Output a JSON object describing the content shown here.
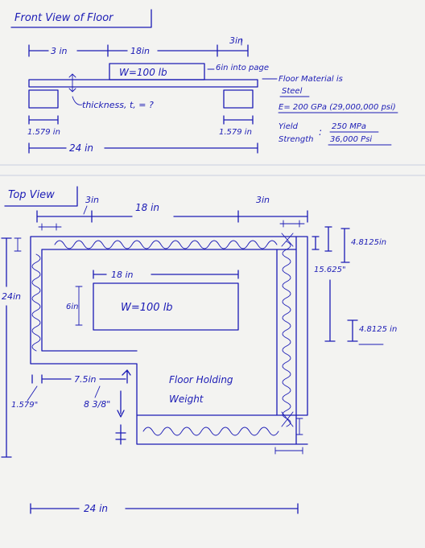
{
  "front_view": {
    "title": "Front View of Floor",
    "dim_3in_left": "3 in",
    "dim_18in": "18in",
    "dim_3in_right": "3in",
    "load_label": "W=100 lb",
    "depth_note": "6in into page",
    "thickness_note": "thickness, t, = ?",
    "dim_1579_left": "1.579 in",
    "dim_1579_right": "1.579 in",
    "dim_24in": "24 in"
  },
  "material": {
    "line1": "Floor Material is",
    "line2": "Steel",
    "modulus": "E= 200 GPa (29,000,000 psi)",
    "yield_label": "Yield",
    "strength_label": "Strength",
    "yield_value_mpa": "250 MPa",
    "yield_value_psi": "36,000 Psi"
  },
  "top_view": {
    "title": "Top View",
    "dim_3in_left": "3in",
    "dim_18in": "18 in",
    "dim_3in_right": "3in",
    "dim_4812_top": "4.8125in",
    "dim_15625": "15.625\"",
    "dim_4812_bottom": "4.8125 in",
    "dim_24in_side": "24in",
    "inner_dim_18in": "18 in",
    "inner_dim_6in": "6in",
    "load_label": "W=100 lb",
    "dim_7_5in": "7.5in",
    "dim_1579": "1.579\"",
    "dim_8_38": "8 3/8\"",
    "floor_label_line1": "Floor Holding",
    "floor_label_line2": "Weight",
    "dim_24in_bottom": "24 in"
  },
  "colors": {
    "ink": "#1b1bb5",
    "paper": "#f3f3f1"
  }
}
